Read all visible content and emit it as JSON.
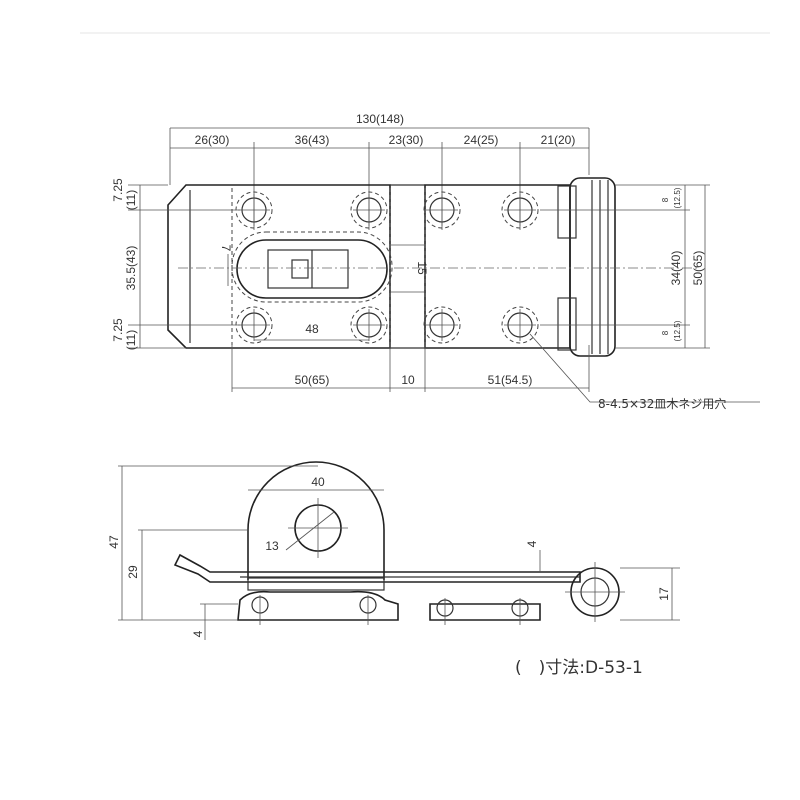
{
  "top_view": {
    "overall_width": "130(148)",
    "segment_1": "26(30)",
    "segment_2": "36(43)",
    "segment_3": "23(30)",
    "segment_4": "24(25)",
    "segment_5": "21(20)",
    "left_top": "7.25",
    "left_top_alt": "(11)",
    "left_mid": "35.5(43)",
    "left_bottom": "7.25",
    "left_bottom_alt": "(11)",
    "slot_height": "7",
    "slot_width": "15",
    "hole_spacing": "48",
    "right_top_small": "8",
    "right_top_small_alt": "(12.5)",
    "right_mid": "34(40)",
    "right_overall": "50(65)",
    "right_bottom_small": "8",
    "right_bottom_small_alt": "(12.5)",
    "bottom_left": "50(65)",
    "bottom_gap": "10",
    "bottom_right": "51(54.5)",
    "screw_note": "8-4.5×32皿木ネジ用穴"
  },
  "side_view": {
    "eye_width": "40",
    "hole_radius": "13",
    "overall_height": "47",
    "plate_height": "29",
    "plate_thickness": "4",
    "base_thickness": "4",
    "hinge_height": "17"
  },
  "footer": {
    "note": "(　)寸法:D-53-1"
  }
}
